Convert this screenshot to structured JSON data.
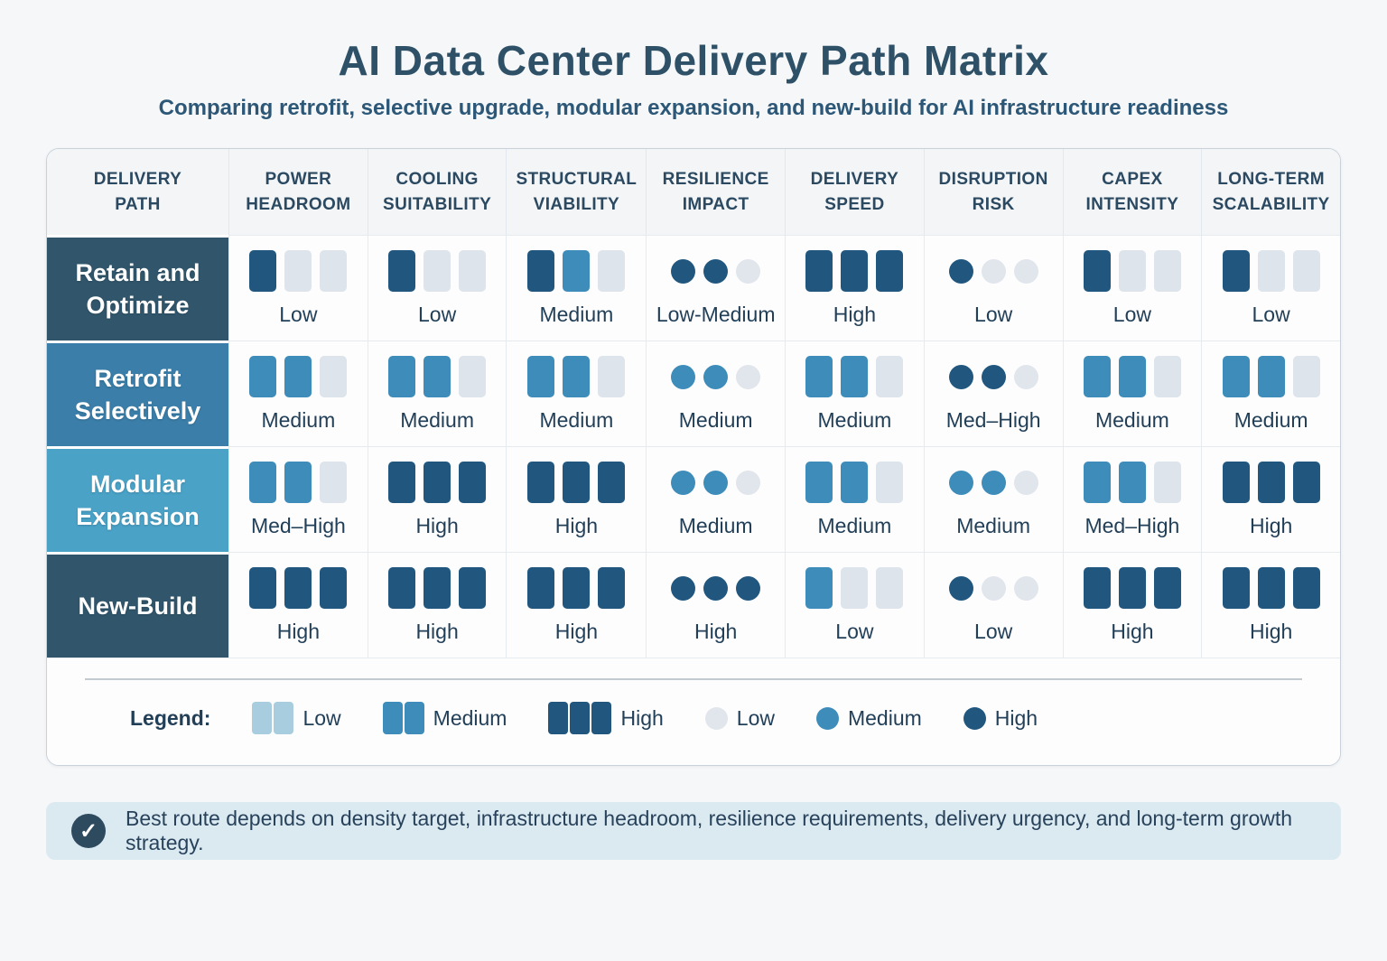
{
  "header": {
    "title": "AI Data Center Delivery Path Matrix",
    "subtitle": "Comparing retrofit, selective upgrade, modular expansion, and new-build for AI infrastructure readiness"
  },
  "colors": {
    "dark": "#21577e",
    "medium": "#3e8cba",
    "light": "#a7cddf",
    "emptySquare": "#dde4eb",
    "emptyDot": "#e0e6ec",
    "rowDark": "#31566c",
    "rowMedium": "#3a7ea9",
    "rowLight": "#4aa2c7"
  },
  "table": {
    "columns": [
      "DELIVERY\nPATH",
      "POWER\nHEADROOM",
      "COOLING\nSUITABILITY",
      "STRUCTURAL\nVIABILITY",
      "RESILIENCE\nIMPACT",
      "DELIVERY\nSPEED",
      "DISRUPTION\nRISK",
      "CAPEX\nINTENSITY",
      "LONG-TERM\nSCALABILITY"
    ],
    "rows": [
      {
        "path": "Retain and\nOptimize",
        "header_color": "#31566c",
        "cells": [
          {
            "type": "squares",
            "filled": 1,
            "tone": "dark",
            "label": "Low"
          },
          {
            "type": "squares",
            "filled": 1,
            "tone": "dark",
            "label": "Low"
          },
          {
            "type": "squares",
            "filled": 2,
            "tones": [
              "dark",
              "medium"
            ],
            "label": "Medium"
          },
          {
            "type": "dots",
            "filled": 2,
            "tone": "dark",
            "label": "Low-Medium"
          },
          {
            "type": "squares",
            "filled": 3,
            "tone": "dark",
            "label": "High"
          },
          {
            "type": "dots",
            "filled": 1,
            "tone": "dark",
            "label": "Low"
          },
          {
            "type": "squares",
            "filled": 1,
            "tone": "dark",
            "label": "Low"
          },
          {
            "type": "squares",
            "filled": 1,
            "tone": "dark",
            "label": "Low"
          }
        ]
      },
      {
        "path": "Retrofit\nSelectively",
        "header_color": "#3a7ea9",
        "cells": [
          {
            "type": "squares",
            "filled": 2,
            "tone": "medium",
            "label": "Medium"
          },
          {
            "type": "squares",
            "filled": 2,
            "tone": "medium",
            "label": "Medium"
          },
          {
            "type": "squares",
            "filled": 2,
            "tone": "medium",
            "label": "Medium"
          },
          {
            "type": "dots",
            "filled": 2,
            "tone": "medium",
            "label": "Medium"
          },
          {
            "type": "squares",
            "filled": 2,
            "tone": "medium",
            "label": "Medium"
          },
          {
            "type": "dots",
            "filled": 2,
            "tone": "dark",
            "label": "Med–High"
          },
          {
            "type": "squares",
            "filled": 2,
            "tone": "medium",
            "label": "Medium"
          },
          {
            "type": "squares",
            "filled": 2,
            "tone": "medium",
            "label": "Medium"
          }
        ]
      },
      {
        "path": "Modular\nExpansion",
        "header_color": "#4aa2c7",
        "cells": [
          {
            "type": "squares",
            "filled": 2,
            "tone": "medium",
            "label": "Med–High"
          },
          {
            "type": "squares",
            "filled": 3,
            "tone": "dark",
            "label": "High"
          },
          {
            "type": "squares",
            "filled": 3,
            "tone": "dark",
            "label": "High"
          },
          {
            "type": "dots",
            "filled": 2,
            "tone": "medium",
            "label": "Medium"
          },
          {
            "type": "squares",
            "filled": 2,
            "tone": "medium",
            "label": "Medium"
          },
          {
            "type": "dots",
            "filled": 2,
            "tone": "medium",
            "label": "Medium"
          },
          {
            "type": "squares",
            "filled": 2,
            "tone": "medium",
            "label": "Med–High"
          },
          {
            "type": "squares",
            "filled": 3,
            "tone": "dark",
            "label": "High"
          }
        ]
      },
      {
        "path": "New-Build",
        "header_color": "#31566c",
        "cells": [
          {
            "type": "squares",
            "filled": 3,
            "tone": "dark",
            "label": "High"
          },
          {
            "type": "squares",
            "filled": 3,
            "tone": "dark",
            "label": "High"
          },
          {
            "type": "squares",
            "filled": 3,
            "tone": "dark",
            "label": "High"
          },
          {
            "type": "dots",
            "filled": 3,
            "tone": "dark",
            "label": "High"
          },
          {
            "type": "squares",
            "filled": 1,
            "tone": "medium",
            "label": "Low"
          },
          {
            "type": "dots",
            "filled": 1,
            "tone": "dark",
            "label": "Low"
          },
          {
            "type": "squares",
            "filled": 3,
            "tone": "dark",
            "label": "High"
          },
          {
            "type": "squares",
            "filled": 3,
            "tone": "dark",
            "label": "High"
          }
        ]
      }
    ]
  },
  "legend": {
    "label": "Legend:",
    "items": [
      {
        "shape": "squares",
        "count": 2,
        "tone": "light",
        "label": "Low"
      },
      {
        "shape": "squares",
        "count": 2,
        "tone": "medium",
        "label": "Medium"
      },
      {
        "shape": "squares",
        "count": 3,
        "tone": "dark",
        "label": "High"
      },
      {
        "shape": "dot",
        "count": 1,
        "tone": "emptyDot",
        "label": "Low"
      },
      {
        "shape": "dot",
        "count": 1,
        "tone": "medium",
        "label": "Medium"
      },
      {
        "shape": "dot",
        "count": 1,
        "tone": "dark",
        "label": "High"
      }
    ]
  },
  "footer": {
    "icon": "check-icon",
    "check_glyph": "✓",
    "text": "Best route depends on density target, infrastructure headroom, resilience requirements, delivery urgency, and long-term growth strategy."
  }
}
